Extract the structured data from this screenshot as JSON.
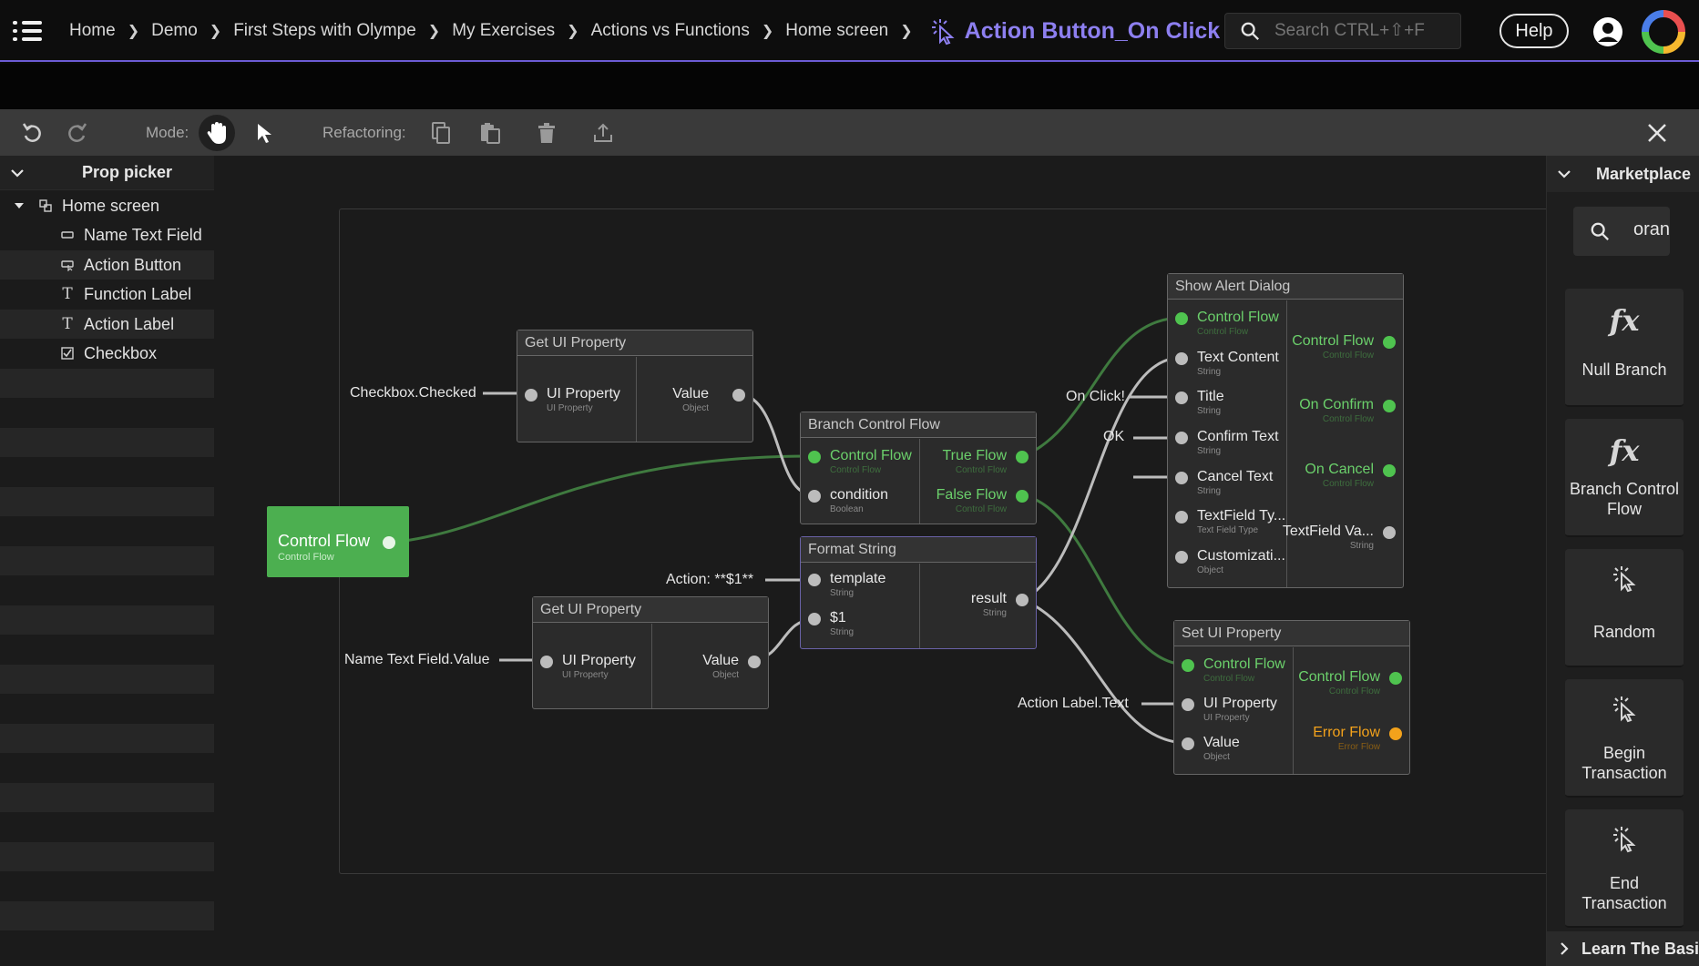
{
  "header": {
    "breadcrumbs": [
      "Home",
      "Demo",
      "First Steps with Olympe",
      "My Exercises",
      "Actions vs Functions",
      "Home screen"
    ],
    "current": "Action Button_On Click",
    "search_placeholder": "Search CTRL+⇧+F",
    "help_label": "Help",
    "accent_color": "#8d7ff0"
  },
  "toolbar": {
    "mode_label": "Mode:",
    "refactoring_label": "Refactoring:"
  },
  "prop_picker": {
    "title": "Prop picker",
    "root": "Home screen",
    "items": [
      {
        "label": "Name Text Field",
        "icon": "text-field-icon"
      },
      {
        "label": "Action Button",
        "icon": "button-icon"
      },
      {
        "label": "Function Label",
        "icon": "text-label-icon"
      },
      {
        "label": "Action Label",
        "icon": "text-label-icon"
      },
      {
        "label": "Checkbox",
        "icon": "checkbox-icon"
      }
    ]
  },
  "graph": {
    "start": {
      "label": "Control Flow",
      "sub": "Control Flow"
    },
    "ext_labels": {
      "checkbox": "Checkbox.Checked",
      "name_field": "Name Text Field.Value",
      "template": "Action: **$1**",
      "on_click": "On Click!",
      "ok": "OK",
      "action_label": "Action Label.Text"
    },
    "get_ui_1": {
      "title": "Get UI Property",
      "in": {
        "label": "UI Property",
        "sub": "UI Property"
      },
      "out": {
        "label": "Value",
        "sub": "Object"
      }
    },
    "get_ui_2": {
      "title": "Get UI Property",
      "in": {
        "label": "UI Property",
        "sub": "UI Property"
      },
      "out": {
        "label": "Value",
        "sub": "Object"
      }
    },
    "branch": {
      "title": "Branch Control Flow",
      "in1": {
        "label": "Control Flow",
        "sub": "Control Flow"
      },
      "in2": {
        "label": "condition",
        "sub": "Boolean"
      },
      "out1": {
        "label": "True Flow",
        "sub": "Control Flow"
      },
      "out2": {
        "label": "False Flow",
        "sub": "Control Flow"
      }
    },
    "format": {
      "title": "Format String",
      "in1": {
        "label": "template",
        "sub": "String"
      },
      "in2": {
        "label": "$1",
        "sub": "String"
      },
      "out": {
        "label": "result",
        "sub": "String"
      }
    },
    "alert": {
      "title": "Show Alert Dialog",
      "inputs": [
        {
          "label": "Control Flow",
          "sub": "Control Flow"
        },
        {
          "label": "Text Content",
          "sub": "String"
        },
        {
          "label": "Title",
          "sub": "String"
        },
        {
          "label": "Confirm Text",
          "sub": "String"
        },
        {
          "label": "Cancel Text",
          "sub": "String"
        },
        {
          "label": "TextField Ty...",
          "sub": "Text Field Type"
        },
        {
          "label": "Customizati...",
          "sub": "Object"
        }
      ],
      "outputs": [
        {
          "label": "Control Flow",
          "sub": "Control Flow"
        },
        {
          "label": "On Confirm",
          "sub": "Control Flow"
        },
        {
          "label": "On Cancel",
          "sub": "Control Flow"
        },
        {
          "label": "TextField Va...",
          "sub": "String"
        }
      ]
    },
    "set_ui": {
      "title": "Set UI Property",
      "inputs": [
        {
          "label": "Control Flow",
          "sub": "Control Flow"
        },
        {
          "label": "UI Property",
          "sub": "UI Property"
        },
        {
          "label": "Value",
          "sub": "Object"
        }
      ],
      "outputs": [
        {
          "label": "Control Flow",
          "sub": "Control Flow"
        },
        {
          "label": "Error Flow",
          "sub": "Error Flow"
        }
      ]
    }
  },
  "marketplace": {
    "title": "Marketplace",
    "search_value": "oran",
    "cards": [
      {
        "label": "Null Branch",
        "icon": "fx-icon"
      },
      {
        "label": "Branch Control Flow",
        "icon": "fx-icon"
      },
      {
        "label": "Random",
        "icon": "pointer-click-icon"
      },
      {
        "label": "Begin Transaction",
        "icon": "pointer-click-icon"
      },
      {
        "label": "End Transaction",
        "icon": "pointer-click-icon"
      }
    ],
    "footer": "Learn The Basics"
  }
}
